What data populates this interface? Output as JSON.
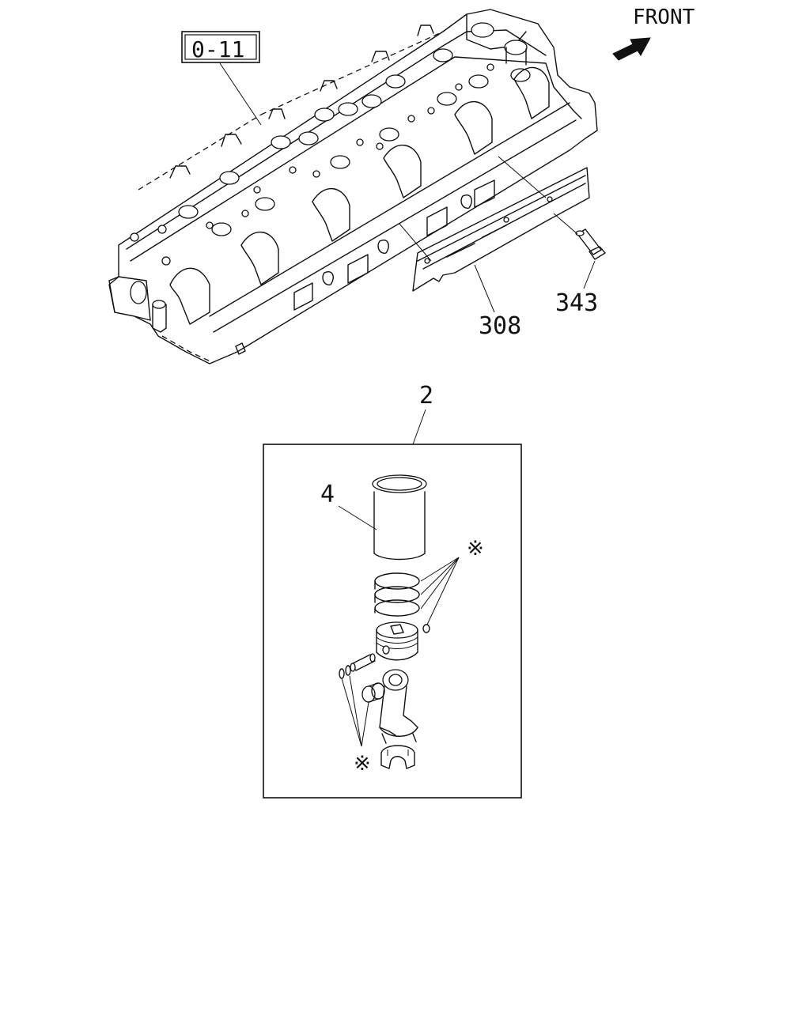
{
  "front_label": "FRONT",
  "ref_box_label": "0-11",
  "callouts": {
    "oil_pan_gasket": "308",
    "bolt": "343",
    "piston_kit": "2",
    "liner": "4",
    "marker_top": "※",
    "marker_bottom": "※"
  },
  "colors": {
    "line": "#111111",
    "background": "#ffffff"
  },
  "icons": {
    "front_arrow": "arrow-icon"
  }
}
